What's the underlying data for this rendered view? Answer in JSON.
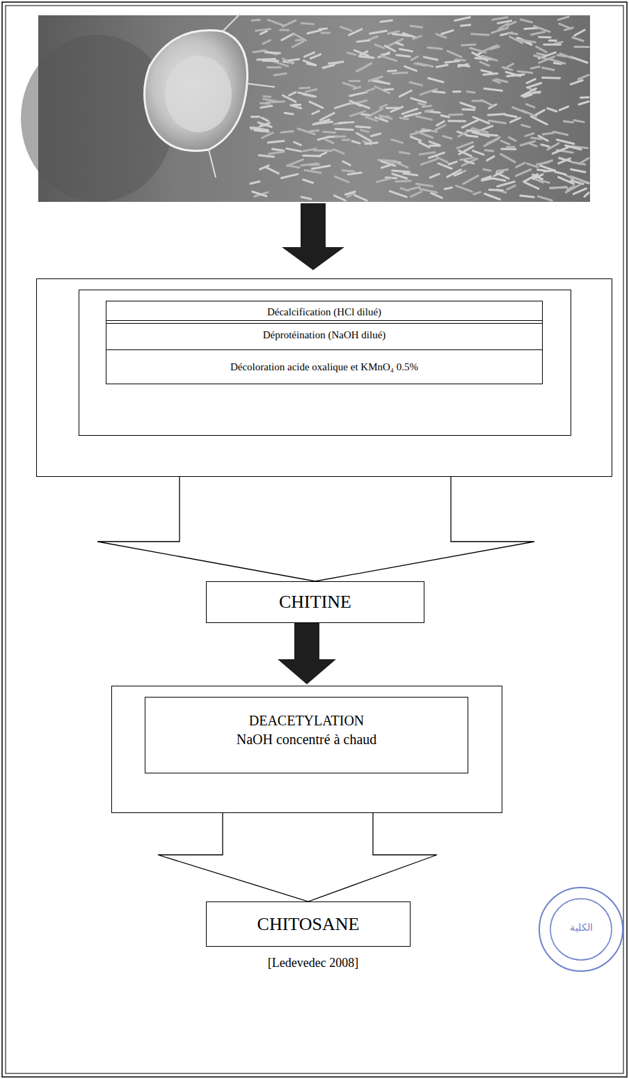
{
  "diagram": {
    "nodes": [
      {
        "text": []
      },
      {
        "text": [],
        "in": 0
      },
      {
        "text": [
          "Décalcification (HCl dilué)"
        ],
        "in": 1
      },
      {
        "text": [
          "Déprotéination (NaOH dilué)"
        ],
        "in": 1
      },
      {
        "text": [
          "Décoloration acide oxalique et KMnO₄ 0.5%"
        ],
        "in": 1
      },
      {
        "text": [
          "CHITINE"
        ]
      },
      {
        "text": []
      },
      {
        "text": [
          "DEACETYLATION",
          "NaOH concentré à chaud"
        ],
        "in": 6
      },
      {
        "text": [
          "CHITOSANE"
        ]
      }
    ],
    "edges": [
      {
        "from": 0,
        "to": 5,
        "arrow": "to"
      },
      {
        "from": 5,
        "to": 6,
        "arrow": "to"
      },
      {
        "from": 6,
        "to": 8,
        "arrow": "to"
      }
    ],
    "labels": [
      "[Ledevedec 2008]",
      "الكلية"
    ]
  }
}
